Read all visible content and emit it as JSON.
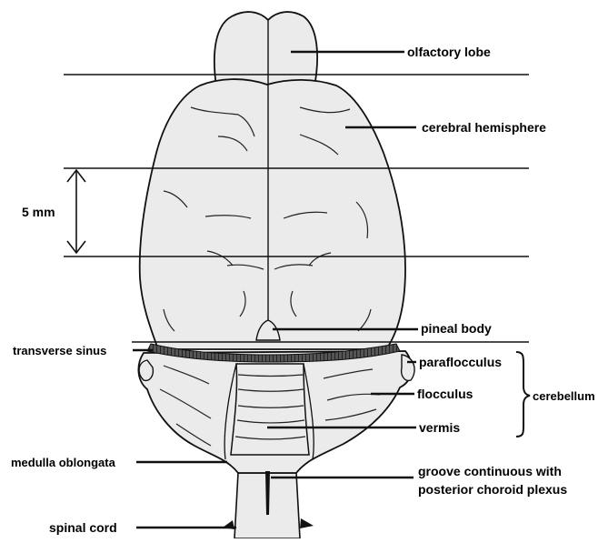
{
  "labels": {
    "olfactory_lobe": "olfactory lobe",
    "cerebral_hemisphere": "cerebral hemisphere",
    "scale": "5 mm",
    "pineal_body": "pineal body",
    "transverse_sinus": "transverse sinus",
    "paraflocculus": "paraflocculus",
    "flocculus": "flocculus",
    "cerebellum": "cerebellum",
    "vermis": "vermis",
    "medulla_oblongata": "medulla oblongata",
    "groove_line1": "groove continuous with",
    "groove_line2": "posterior choroid plexus",
    "spinal_cord": "spinal cord"
  },
  "colors": {
    "tissue": "#ebebeb",
    "outline": "#111111",
    "sinus": "#3a3a3a"
  }
}
